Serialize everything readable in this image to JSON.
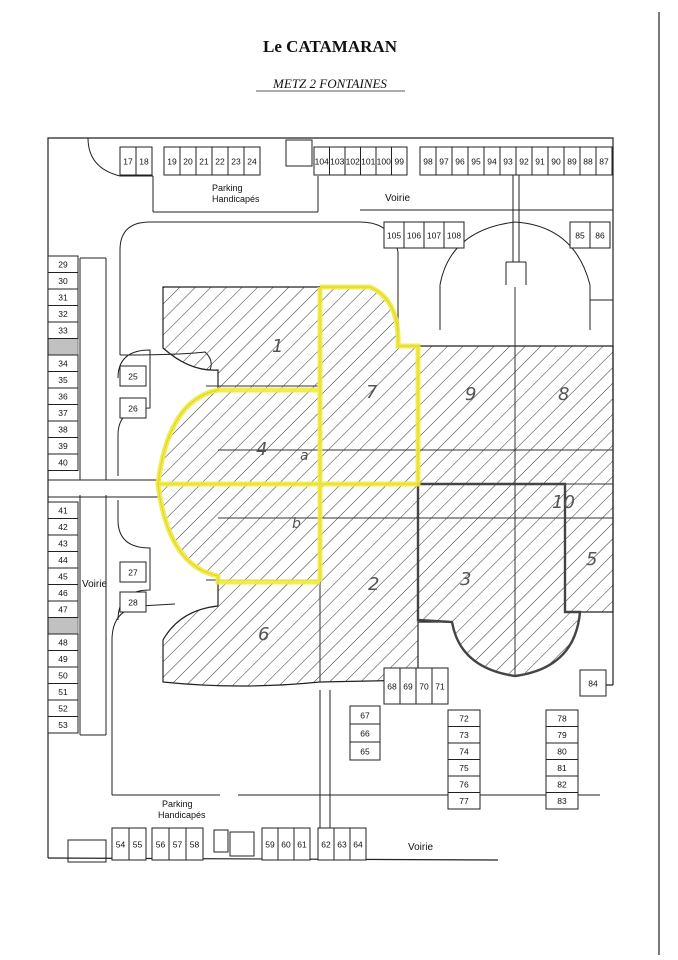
{
  "title": "Le CATAMARAN",
  "subtitle": "METZ 2 FONTAINES",
  "labels": {
    "parking_handicap_top": [
      "Parking",
      "Handicapés"
    ],
    "parking_handicap_bottom": [
      "Parking",
      "Handicapés"
    ],
    "voirie_top": "Voirie",
    "voirie_left": "Voirie",
    "voirie_bottom": "Voirie"
  },
  "lot_numbers": [
    "1",
    "2",
    "3",
    "4",
    "5",
    "6",
    "7",
    "8",
    "9",
    "10",
    "a",
    "b"
  ],
  "parking": {
    "top_left": [
      "17",
      "18"
    ],
    "top_mid": [
      "19",
      "20",
      "21",
      "22",
      "23",
      "24"
    ],
    "top_center": [
      "104",
      "103",
      "102",
      "101",
      "100",
      "99"
    ],
    "top_right": [
      "98",
      "97",
      "96",
      "95",
      "94",
      "93",
      "92",
      "91",
      "90",
      "89",
      "88",
      "87"
    ],
    "upper_mid": [
      "105",
      "106",
      "107",
      "108"
    ],
    "upper_right": [
      "85",
      "86"
    ],
    "left_upper": [
      "29",
      "30",
      "31",
      "32",
      "33",
      "",
      "34",
      "35",
      "36",
      "37",
      "38",
      "39",
      "40"
    ],
    "left_lower": [
      "41",
      "42",
      "43",
      "44",
      "45",
      "46",
      "47",
      "",
      "48",
      "49",
      "50",
      "51",
      "52",
      "53"
    ],
    "inner_left": [
      "25",
      "26",
      "27",
      "28"
    ],
    "bottom_row": [
      "54",
      "55",
      "56",
      "57",
      "58",
      "59",
      "60",
      "61",
      "62",
      "63",
      "64"
    ],
    "center_row": [
      "68",
      "69",
      "70",
      "71"
    ],
    "col_65_67": [
      "67",
      "66",
      "65"
    ],
    "col_72_77": [
      "72",
      "73",
      "74",
      "75",
      "76",
      "77"
    ],
    "col_78_83": [
      "78",
      "79",
      "80",
      "81",
      "82",
      "83"
    ],
    "single_84": "84"
  },
  "colors": {
    "line": "#222222",
    "hatch": "#333333",
    "highlight": "#f2ea3a",
    "outline_dark": "#444444"
  }
}
